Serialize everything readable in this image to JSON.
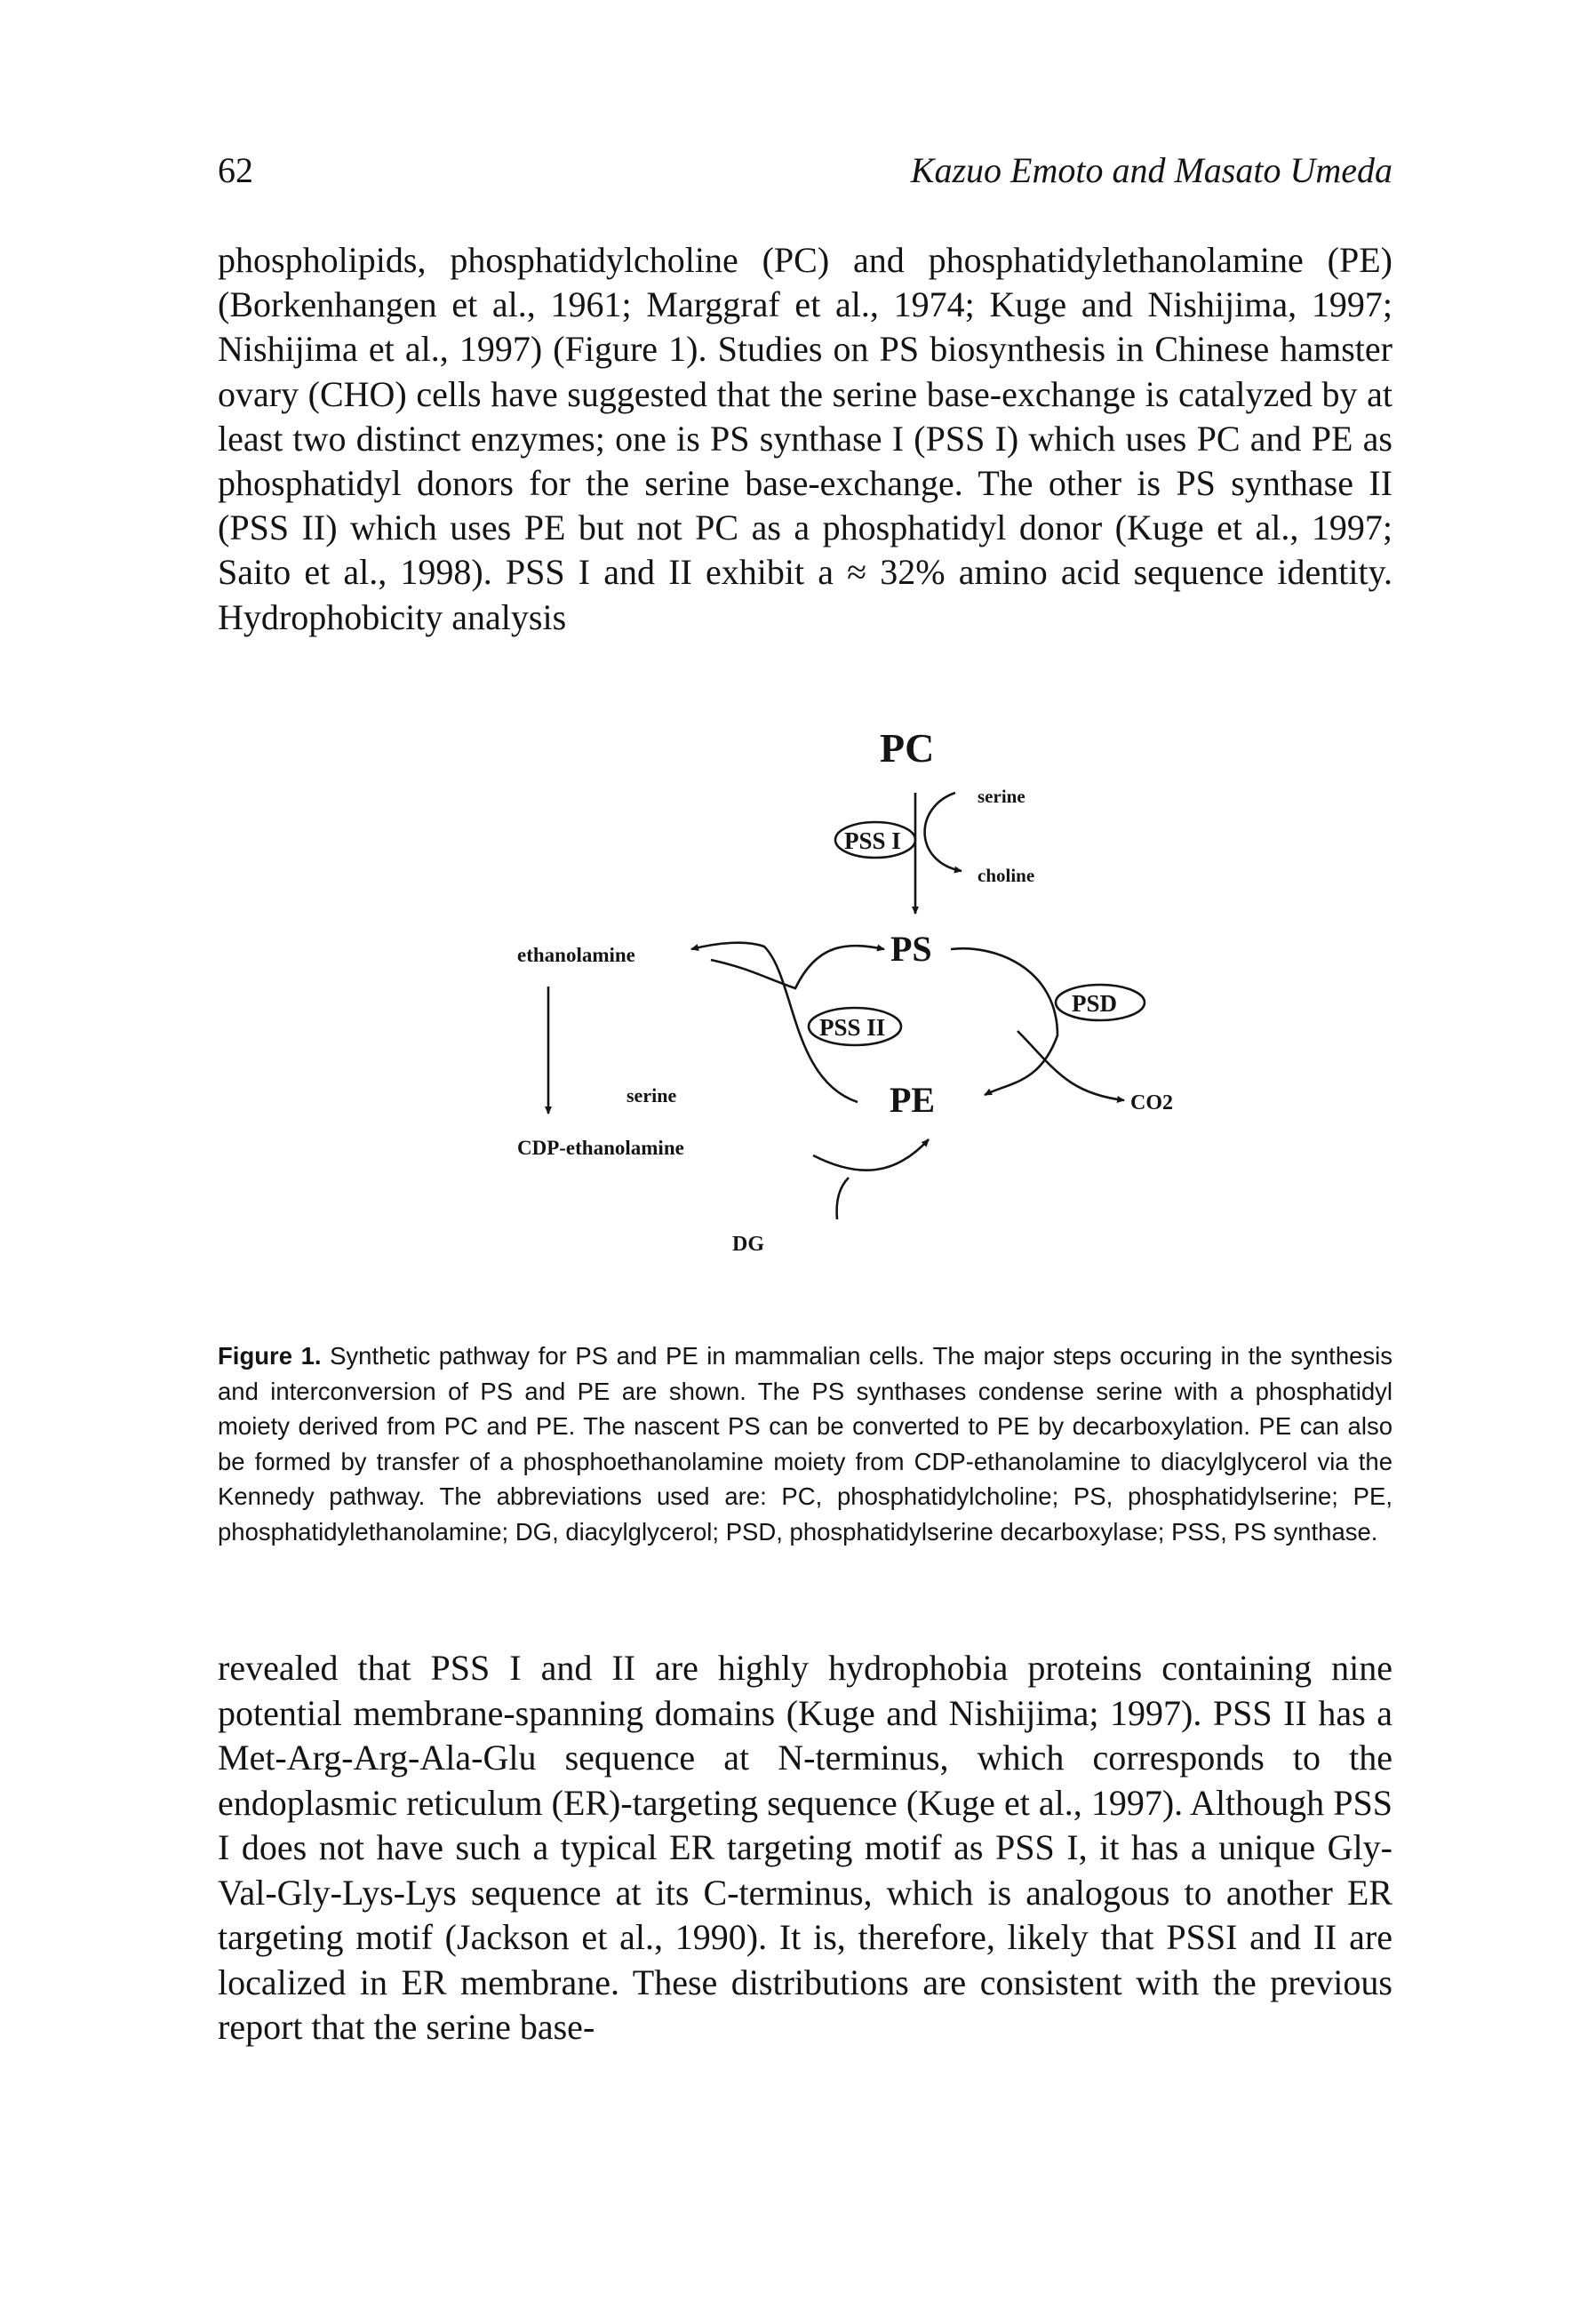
{
  "header": {
    "page_number": "62",
    "running_head": "Kazuo Emoto and Masato Umeda"
  },
  "body_top": "phospholipids, phosphatidylcholine (PC) and phosphatidylethanolamine (PE) (Borkenhangen et al., 1961; Marggraf et al., 1974; Kuge and Nishijima, 1997; Nishijima et al., 1997) (Figure 1). Studies on PS biosynthesis in Chinese hamster ovary (CHO) cells have suggested that the serine base-exchange is catalyzed by at least two distinct enzymes; one is PS synthase I (PSS I) which uses PC and PE as phosphatidyl donors for the serine base-exchange. The other is PS synthase II (PSS II) which uses PE but not PC as a phosphatidyl donor (Kuge et al., 1997; Saito et al., 1998). PSS I and II exhibit a ≈ 32% amino acid sequence identity. Hydrophobicity analysis",
  "figure": {
    "pc": "PC",
    "ps": "PS",
    "pe": "PE",
    "pss1": "PSS I",
    "pss2": "PSS II",
    "psd": "PSD",
    "serine_top": "serine",
    "choline": "choline",
    "ethanolamine": "ethanolamine",
    "serine_left": "serine",
    "cdp_ethanolamine": "CDP-ethanolamine",
    "dg": "DG",
    "co2": "CO2"
  },
  "caption": {
    "label": "Figure 1.",
    "text": "Synthetic pathway for PS and PE in mammalian cells. The major steps occuring in the synthesis and interconversion of PS and PE are shown. The PS synthases condense serine with a phosphatidyl moiety derived from PC and PE. The nascent PS can be converted to PE by decarboxylation. PE can also be formed by transfer of a phosphoethanolamine moiety from CDP-ethanolamine to diacylglycerol via the Kennedy pathway. The abbreviations used are: PC, phosphatidylcholine; PS, phosphatidylserine; PE, phosphatidylethanolamine; DG, diacylglycerol; PSD, phosphatidylserine decarboxylase; PSS, PS synthase."
  },
  "body_bottom": "revealed that PSS I and II are highly hydrophobia proteins containing nine potential membrane-spanning domains (Kuge and Nishijima; 1997). PSS II has a Met-Arg-Arg-Ala-Glu sequence at N-terminus, which corresponds to the endoplasmic reticulum (ER)-targeting sequence (Kuge et al., 1997). Although PSS I does not have such a typical ER targeting motif as PSS I, it has a unique Gly-Val-Gly-Lys-Lys sequence at its C-terminus, which is analogous to another ER targeting motif (Jackson et al., 1990). It is, therefore, likely that PSSI and II are localized in ER membrane. These distributions are consistent with the previous report that the serine base-"
}
